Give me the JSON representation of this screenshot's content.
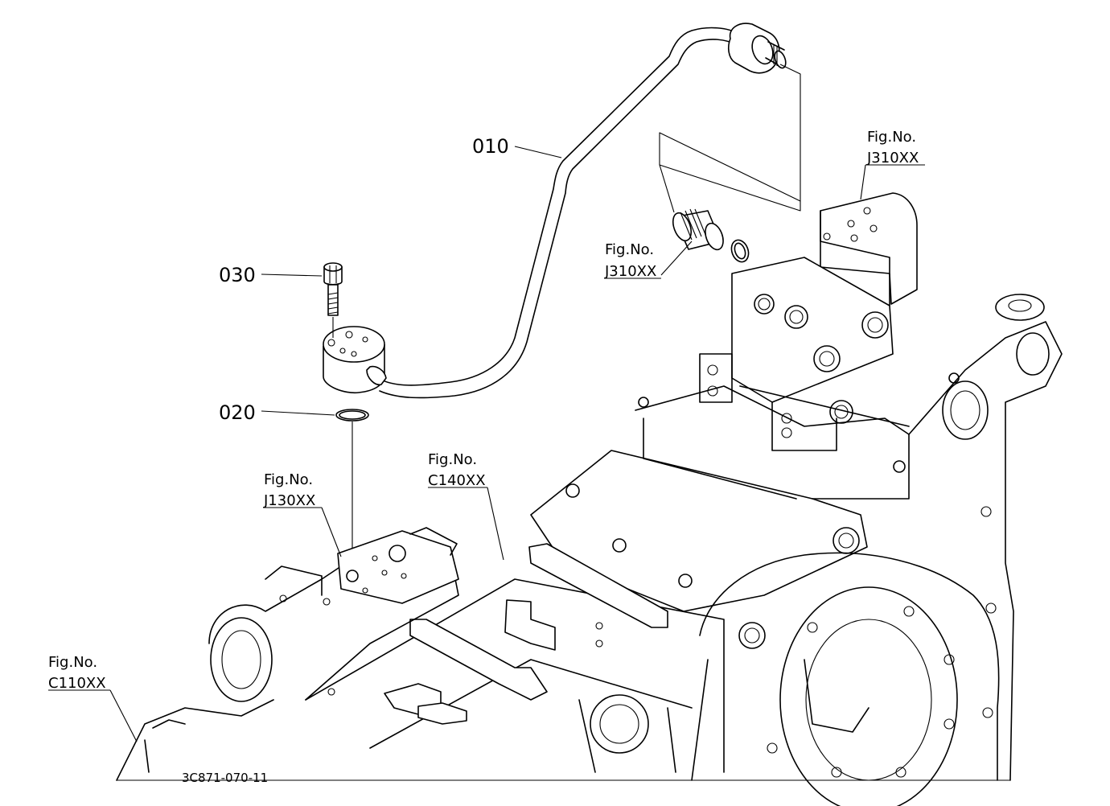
{
  "parts": [
    {
      "id": "part-010",
      "number": "010"
    },
    {
      "id": "part-020",
      "number": "020"
    },
    {
      "id": "part-030",
      "number": "030"
    }
  ],
  "references": [
    {
      "id": "ref-j310-top",
      "line1": "Fig.No.",
      "line2": "J310XX"
    },
    {
      "id": "ref-j310-mid",
      "line1": "Fig.No.",
      "line2": "J310XX"
    },
    {
      "id": "ref-j130",
      "line1": "Fig.No.",
      "line2": "J130XX"
    },
    {
      "id": "ref-c140",
      "line1": "Fig.No.",
      "line2": "C140XX"
    },
    {
      "id": "ref-c110",
      "line1": "Fig.No.",
      "line2": "C110XX"
    }
  ],
  "drawing_code": "3C871-070-11"
}
